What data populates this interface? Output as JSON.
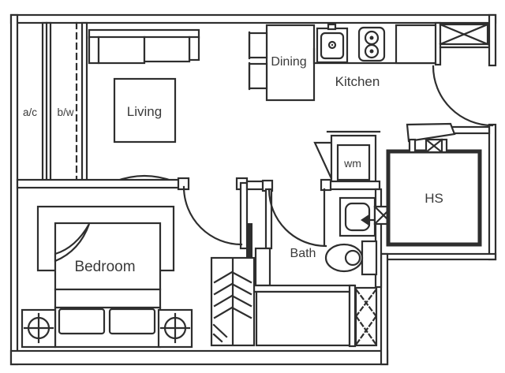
{
  "floorplan": {
    "type": "apartment-floor-plan",
    "rooms": {
      "living": "Living",
      "dining": "Dining",
      "kitchen": "Kitchen",
      "bedroom": "Bedroom",
      "bath": "Bath",
      "shelter": "HS",
      "washer": "wm",
      "ac_ledge": "a/c",
      "bay_window": "b/w"
    },
    "colors": {
      "line": "#2e2e2e",
      "text": "#3a3a3a",
      "background": "#ffffff"
    }
  }
}
